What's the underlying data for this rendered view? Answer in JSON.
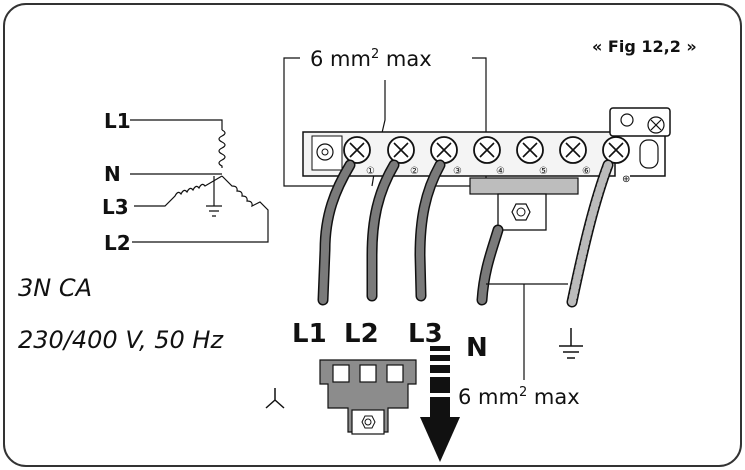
{
  "figure": {
    "label": "« Fig 12,2 »"
  },
  "cable_spec": {
    "top_size": "6 mm",
    "top_sup": "2",
    "top_suffix": " max",
    "bottom_size": "6 mm",
    "bottom_sup": "2",
    "bottom_suffix": " max"
  },
  "star_diagram": {
    "l1": "L1",
    "n": "N",
    "l3": "L3",
    "l2": "L2"
  },
  "supply": {
    "type": "3N CA",
    "rating": "230/400 V, 50 Hz"
  },
  "wire_labels": {
    "l1": "L1",
    "l2": "L2",
    "l3": "L3",
    "n": "N"
  },
  "terminals": [
    "①",
    "②",
    "③",
    "④",
    "⑤",
    "⑥",
    "⊕"
  ],
  "colors": {
    "line": "#111111",
    "wire": "#7a7a7a",
    "frame": "#333333",
    "bridge": "#8c8c8c"
  }
}
